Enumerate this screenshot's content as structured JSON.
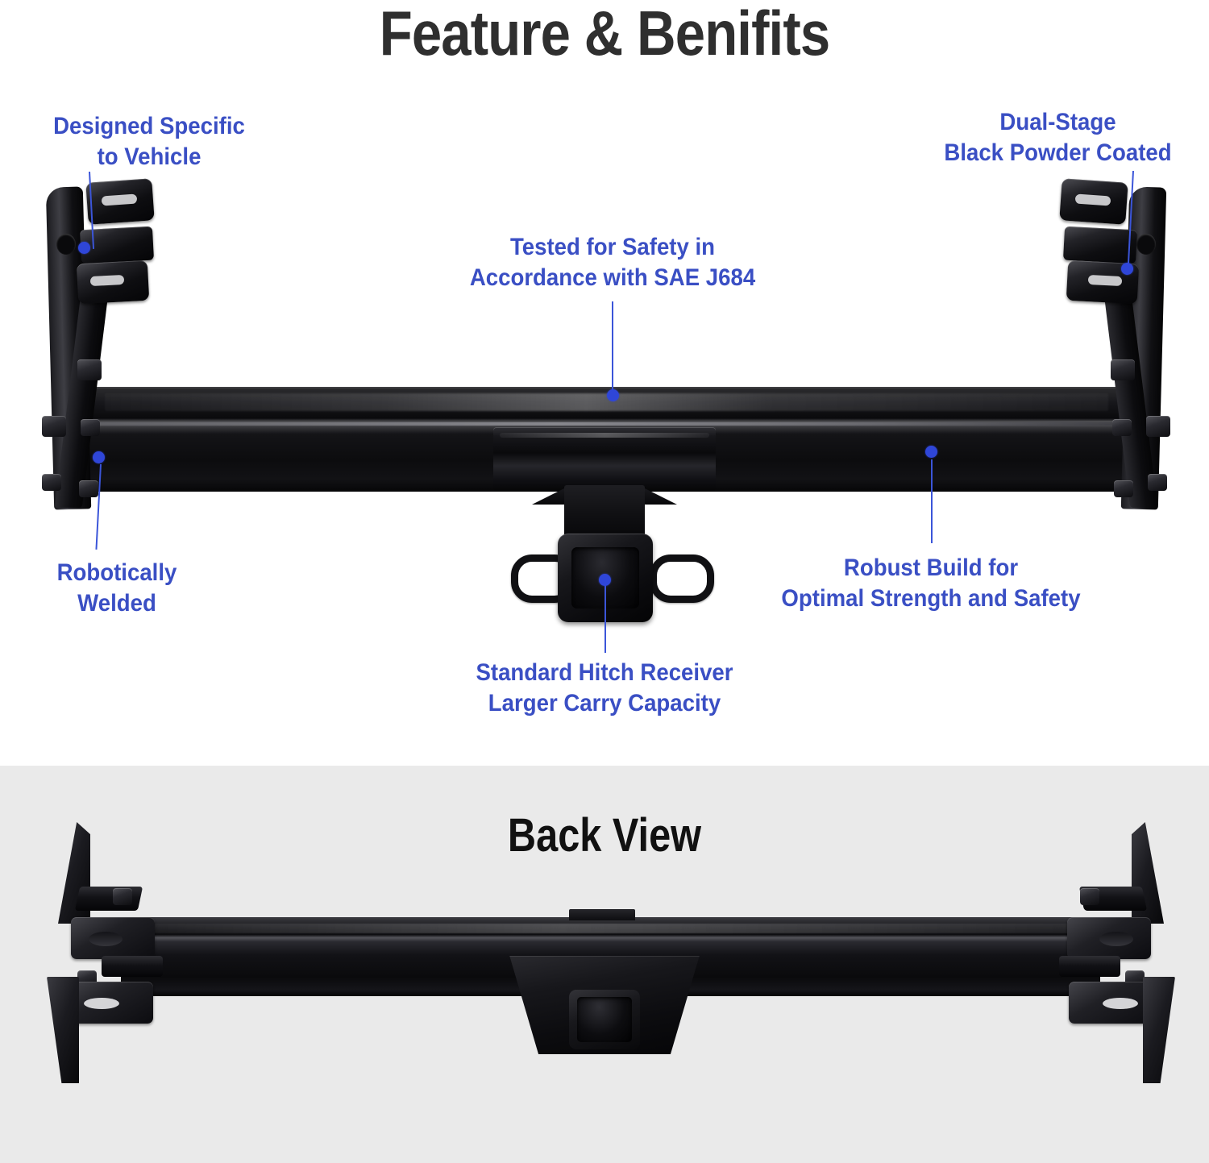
{
  "page": {
    "main_title": "Feature & Benifits",
    "back_view_title": "Back View",
    "accent_color": "#3a4fc4",
    "leader_color": "#3b55d9",
    "top_background": "#ffffff",
    "bottom_background": "#eaeaea"
  },
  "callouts": [
    {
      "id": "designed-specific-to-vehicle",
      "line1": "Designed Specific",
      "line2": "to Vehicle"
    },
    {
      "id": "dual-stage-black-powder-coated",
      "line1": "Dual-Stage",
      "line2": "Black Powder Coated"
    },
    {
      "id": "tested-for-safety",
      "line1": "Tested for Safety in",
      "line2": "Accordance with SAE J684"
    },
    {
      "id": "robotically-welded",
      "line1": "Robotically",
      "line2": "Welded"
    },
    {
      "id": "robust-build",
      "line1": "Robust Build for",
      "line2": "Optimal Strength and Safety"
    },
    {
      "id": "standard-hitch-receiver",
      "line1": "Standard Hitch Receiver",
      "line2": "Larger Carry Capacity"
    }
  ],
  "product": {
    "name": "trailer-hitch-receiver",
    "front_view_label": "front-view",
    "back_view_label": "back-view"
  }
}
